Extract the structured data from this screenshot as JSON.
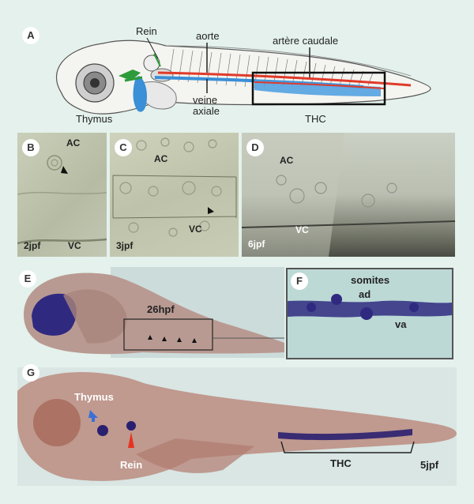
{
  "panelA": {
    "letter": "A",
    "labels": {
      "rein": "Rein",
      "aorte": "aorte",
      "artere_caudale": "artère caudale",
      "thymus": "Thymus",
      "veine": "veine",
      "axiale": "axiale",
      "thc": "THC"
    }
  },
  "panelB": {
    "letter": "B",
    "ac": "AC",
    "vc": "VC",
    "stage": "2jpf"
  },
  "panelC": {
    "letter": "C",
    "ac": "AC",
    "vc": "VC",
    "stage": "3jpf"
  },
  "panelD": {
    "letter": "D",
    "ac": "AC",
    "vc": "VC",
    "stage": "6jpf"
  },
  "panelE": {
    "letter": "E",
    "stage": "26hpf"
  },
  "panelF": {
    "letter": "F",
    "somites": "somites",
    "ad": "ad",
    "va": "va"
  },
  "panelG": {
    "letter": "G",
    "thymus": "Thymus",
    "rein": "Rein",
    "thc": "THC",
    "stage": "5jpf"
  },
  "colors": {
    "background": "#e4f1ec",
    "aorta": "#e03a2a",
    "vein": "#3a8fd6",
    "stain": "#2a2070",
    "arrow_blue": "#3a6fd8",
    "arrow_red": "#e53320"
  }
}
